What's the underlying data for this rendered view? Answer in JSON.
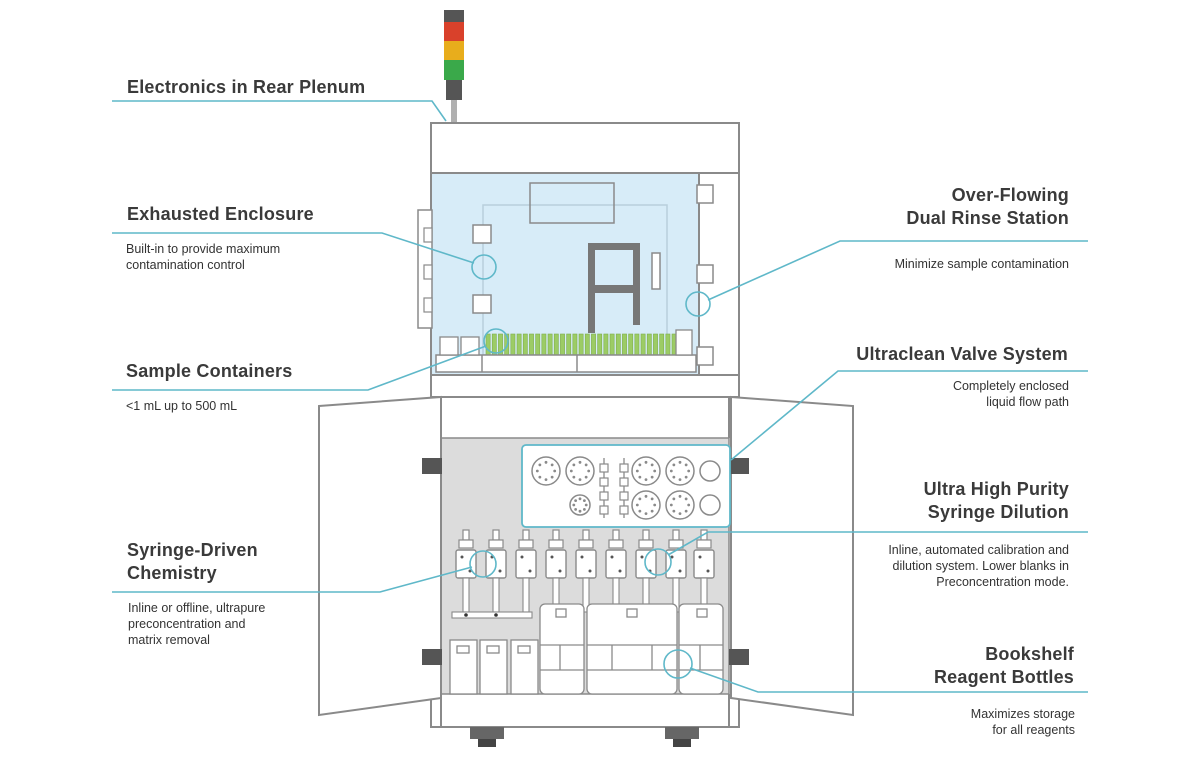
{
  "colors": {
    "outline": "#8a8a8a",
    "leader": "#5fb8c9",
    "enclosure_fill": "#d7ecf8",
    "cabinet_interior": "#dcdcdc",
    "tube_green": "#9ccc65",
    "light_red": "#d9412b",
    "light_amber": "#e8ad1c",
    "light_green": "#3aa94a",
    "dark_part": "#555555"
  },
  "callouts": [
    {
      "id": "electronics",
      "title": "Electronics in Rear Plenum",
      "description": ""
    },
    {
      "id": "exhausted",
      "title": "Exhausted Enclosure",
      "description": "Built-in to provide maximum\ncontamination control"
    },
    {
      "id": "sample",
      "title": "Sample Containers",
      "description": "<1 mL up to 500 mL"
    },
    {
      "id": "syringe",
      "title": "Syringe-Driven\nChemistry",
      "description": "Inline or offline, ultrapure\npreconcentration and\nmatrix removal"
    },
    {
      "id": "rinse",
      "title": "Over-Flowing\nDual Rinse Station",
      "description": "Minimize sample contamination"
    },
    {
      "id": "valve",
      "title": "Ultraclean Valve System",
      "description": "Completely enclosed\nliquid flow path"
    },
    {
      "id": "dilution",
      "title": "Ultra High Purity\nSyringe Dilution",
      "description": "Inline, automated calibration and\ndilution system. Lower blanks in\nPreconcentration mode."
    },
    {
      "id": "bookshelf",
      "title": "Bookshelf\nReagent Bottles",
      "description": "Maximizes storage\nfor all reagents"
    }
  ]
}
